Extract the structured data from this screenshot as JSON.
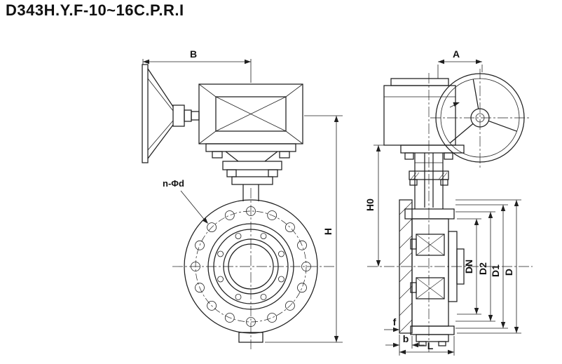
{
  "title": "D343H.Y.F-10~16C.P.R.I",
  "labels": {
    "B": "B",
    "A": "A",
    "H": "H",
    "H0": "H0",
    "n_phi_d": "n-Φd",
    "DN": "DN",
    "D2": "D2",
    "D1": "D1",
    "D": "D",
    "f": "f",
    "b": "b",
    "L": "L"
  },
  "colors": {
    "line": "#1f1f1f",
    "background": "#ffffff"
  }
}
